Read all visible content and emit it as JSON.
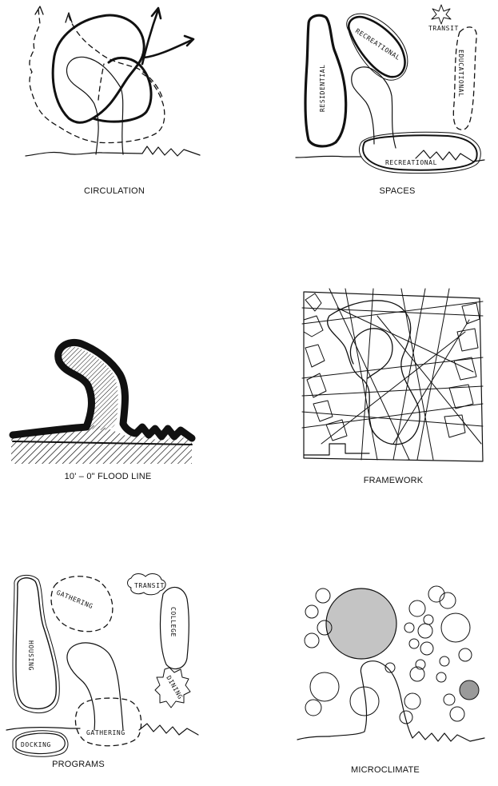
{
  "panels": [
    {
      "caption": "CIRCULATION"
    },
    {
      "caption": "SPACES",
      "labels": {
        "residential": "RESIDENTIAL",
        "recreational_top": "RECREATIONAL",
        "recreational_bottom": "RECREATIONAL",
        "transit": "TRANSIT",
        "educational": "EDUCATIONAL"
      }
    },
    {
      "caption": "10' – 0\" FLOOD LINE"
    },
    {
      "caption": "FRAMEWORK"
    },
    {
      "caption": "PROGRAMS",
      "labels": {
        "housing": "HOUSING",
        "gathering_top": "GATHERING",
        "transit": "TRANSIT",
        "college": "COLLEGE",
        "dining": "DINING",
        "docking": "DOCKING",
        "gathering_bottom": "GATHERING"
      }
    },
    {
      "caption": "MICROCLIMATE"
    }
  ],
  "colors": {
    "ink": "#111111",
    "shade_large": "#c4c4c4",
    "shade_small": "#9a9a9a",
    "paper": "#ffffff"
  }
}
